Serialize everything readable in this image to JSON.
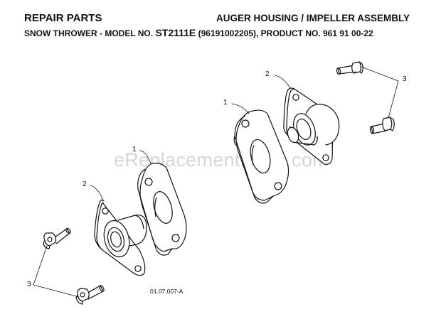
{
  "header": {
    "title": "REPAIR PARTS",
    "section": "AUGER HOUSING / IMPELLER ASSEMBLY",
    "subtitle_prefix": "SNOW THROWER - MODEL NO. ",
    "model": "ST2111E",
    "subtitle_suffix": " (96191002205), PRODUCT NO. 961 91 00-22"
  },
  "watermark": "eReplacementParts.com",
  "drawing_code": "01.07.007-A",
  "callouts": {
    "spacer_right": "1",
    "spacer_left": "1",
    "bearing_right": "2",
    "bearing_left": "2",
    "bolts_right": "3",
    "bolts_left": "3"
  }
}
